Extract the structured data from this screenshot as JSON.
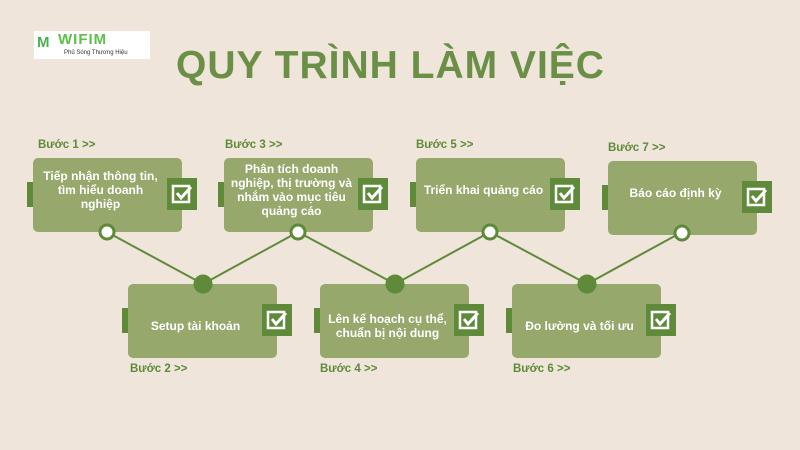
{
  "logo": {
    "mark": "M",
    "name": "WIFIM",
    "slogan": "Phủ Sóng Thương Hiệu"
  },
  "title": "QUY TRÌNH LÀM VIỆC",
  "steps": [
    {
      "label": "Bước 1 >>",
      "text": "Tiếp nhận thông tin, tìm hiểu doanh nghiệp"
    },
    {
      "label": "Bước 2 >>",
      "text": "Setup tài khoản"
    },
    {
      "label": "Bước 3 >>",
      "text": "Phân tích doanh nghiệp, thị trường và nhắm vào mục tiêu quảng cáo"
    },
    {
      "label": "Bước 4 >>",
      "text": "Lên kế hoạch cụ thể, chuẩn bị nội dung"
    },
    {
      "label": "Bước 5 >>",
      "text": "Triển khai quảng cáo"
    },
    {
      "label": "Bước 6 >>",
      "text": "Đo lường và tối ưu"
    },
    {
      "label": "Bước 7 >>",
      "text": "Báo cáo định kỳ"
    }
  ],
  "colors": {
    "background": "#efe5da",
    "card": "#96a86c",
    "accent": "#5e8a3a"
  }
}
